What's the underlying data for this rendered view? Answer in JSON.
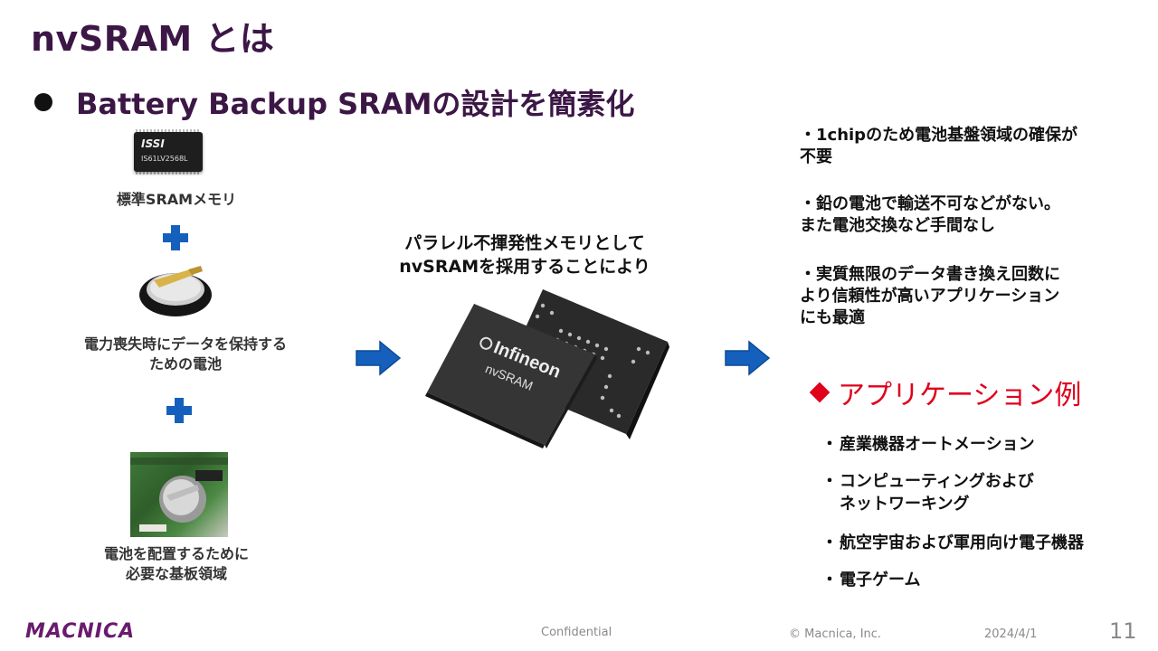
{
  "slide": {
    "title": "nvSRAM とは",
    "subtitle": "Battery Backup SRAMの設計を簡素化"
  },
  "left": {
    "chip_brand": "ISSI",
    "chip_part": "IS61LV2568L",
    "sram_label": "標準SRAMメモリ",
    "battery_label_1": "電力喪失時にデータを保持する",
    "battery_label_2": "ための電池",
    "board_label_1": "電池を配置するために",
    "board_label_2": "必要な基板領域"
  },
  "center": {
    "text_1": "パラレル不揮発性メモリとして",
    "text_2": "nvSRAMを採用することにより",
    "chip_brand": "Infineon",
    "chip_name": "nvSRAM"
  },
  "right": {
    "benefit_1a": "・1chipのため電池基盤領域の確保が",
    "benefit_1b": "不要",
    "benefit_2a": "・鉛の電池で輸送不可などがない。",
    "benefit_2b": "また電池交換など手間なし",
    "benefit_3a": "・実質無限のデータ書き換え回数に",
    "benefit_3b": "より信頼性が高いアプリケーション",
    "benefit_3c": "にも最適",
    "apps_title": "アプリケーション例",
    "apps": [
      {
        "bullet": "・",
        "text": "産業機器オートメーション"
      },
      {
        "bullet": "・",
        "text": "コンピューティングおよび"
      },
      {
        "bullet": "",
        "text": "ネットワーキング"
      },
      {
        "bullet": "・",
        "text": "航空宇宙および軍用向け電子機器"
      },
      {
        "bullet": "・",
        "text": "電子ゲーム"
      }
    ]
  },
  "footer": {
    "logo": "MACNICA",
    "confidential": "Confidential",
    "copyright": "© Macnica, Inc.",
    "date": "2024/4/1",
    "page": "11"
  },
  "colors": {
    "title": "#3c1746",
    "accent_red": "#e0001b",
    "arrow_blue": "#1560bd",
    "logo_purple": "#6a1b6e"
  }
}
